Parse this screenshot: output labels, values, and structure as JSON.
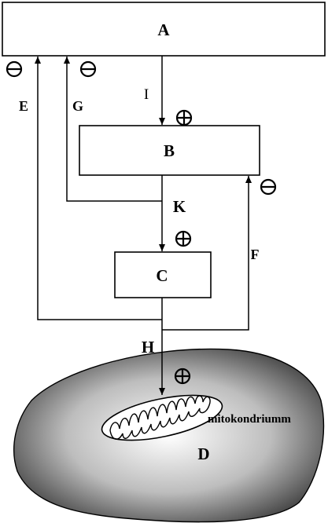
{
  "nodes": {
    "a": {
      "label": "A"
    },
    "b": {
      "label": "B"
    },
    "c": {
      "label": "C"
    },
    "d": {
      "label": "D"
    }
  },
  "edges": {
    "e": {
      "label": "E",
      "effect": "inhibit"
    },
    "f": {
      "label": "F",
      "effect": "inhibit"
    },
    "g": {
      "label": "G",
      "effect": "inhibit"
    },
    "h": {
      "label": "H",
      "effect": "activate"
    },
    "i": {
      "label": "I",
      "effect": "activate"
    },
    "k": {
      "label": "K",
      "effect": "activate"
    }
  },
  "organelle": {
    "label": "mitokondriumm"
  },
  "colors": {
    "cell_edge": "#3c3c3c",
    "cell_center": "#ffffff",
    "line": "#000000"
  }
}
